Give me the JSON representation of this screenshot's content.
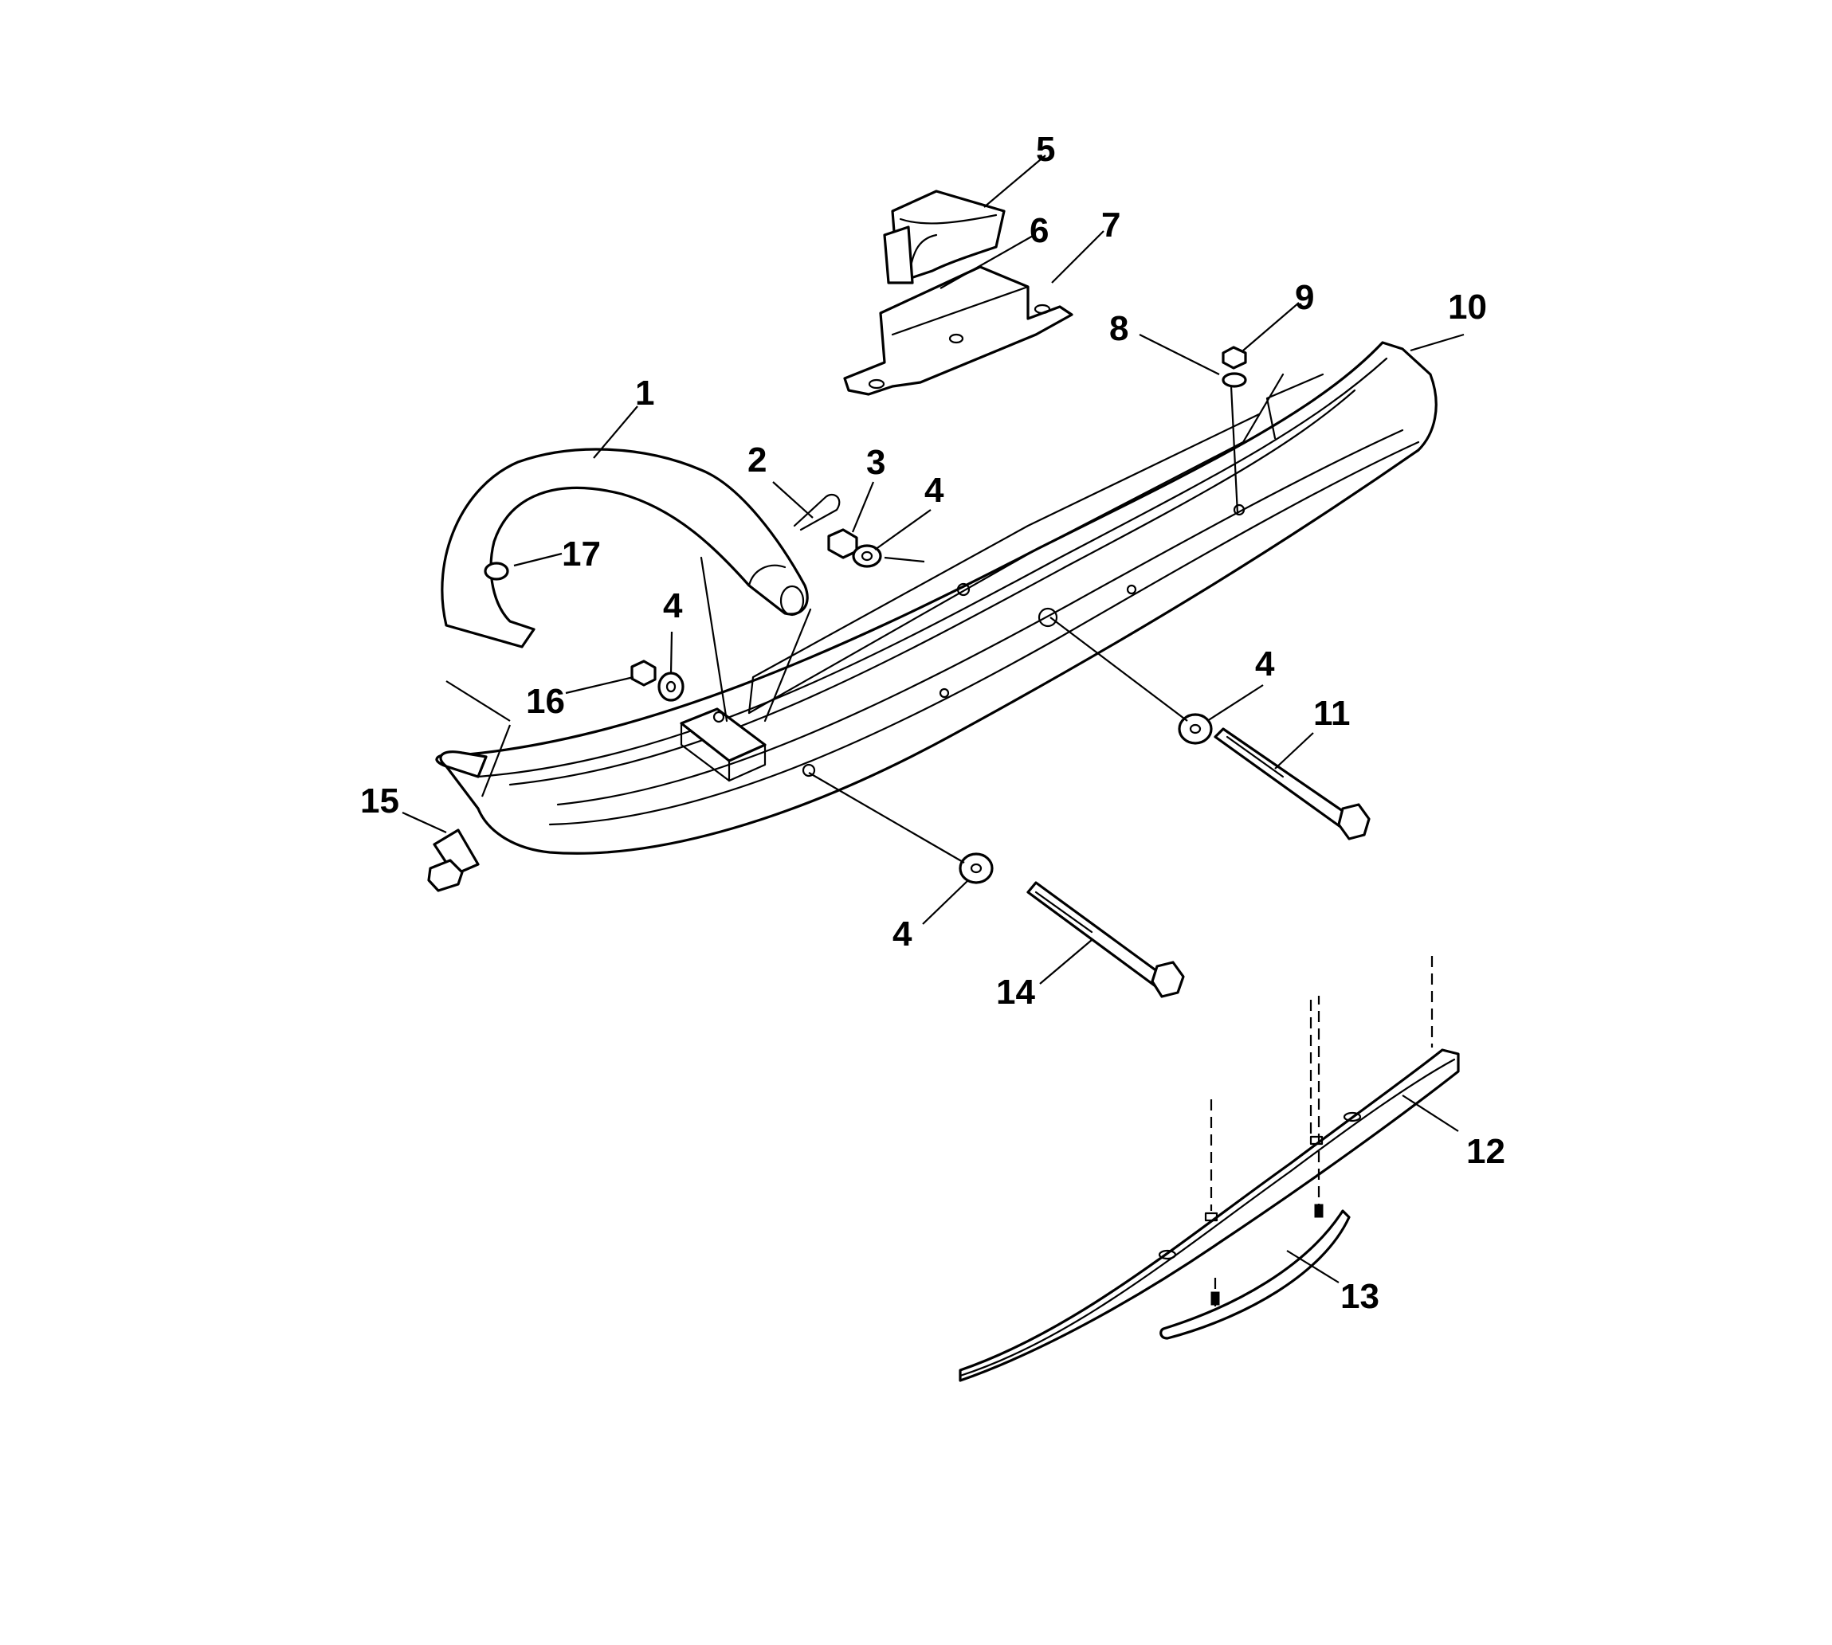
{
  "colors": {
    "ink": "#000000",
    "background": "#ffffff"
  },
  "parts": {
    "p1": "1",
    "p2": "2",
    "p3": "3",
    "p4a": "4",
    "p4b": "4",
    "p4c": "4",
    "p4d": "4",
    "p5": "5",
    "p6": "6",
    "p7": "7",
    "p8": "8",
    "p9": "9",
    "p10": "10",
    "p11": "11",
    "p12": "12",
    "p13": "13",
    "p14": "14",
    "p15": "15",
    "p16": "16",
    "p17": "17"
  }
}
